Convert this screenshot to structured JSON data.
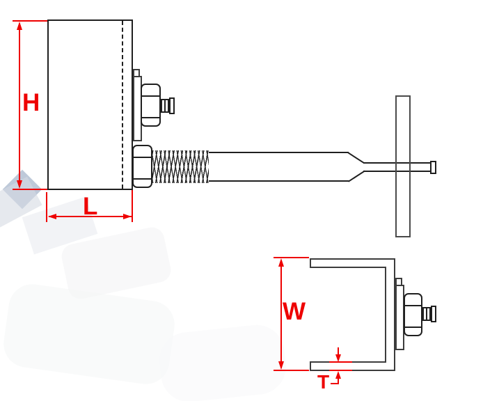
{
  "drawing": {
    "dimensions": {
      "height": {
        "label": "H"
      },
      "length": {
        "label": "L"
      },
      "width": {
        "label": "W"
      },
      "thickness": {
        "label": "T"
      }
    },
    "colors": {
      "dimension": "#ee0000",
      "line": "#1f1f1f",
      "background": "#ffffff",
      "watermark_blue": "#b7c3d5"
    }
  }
}
